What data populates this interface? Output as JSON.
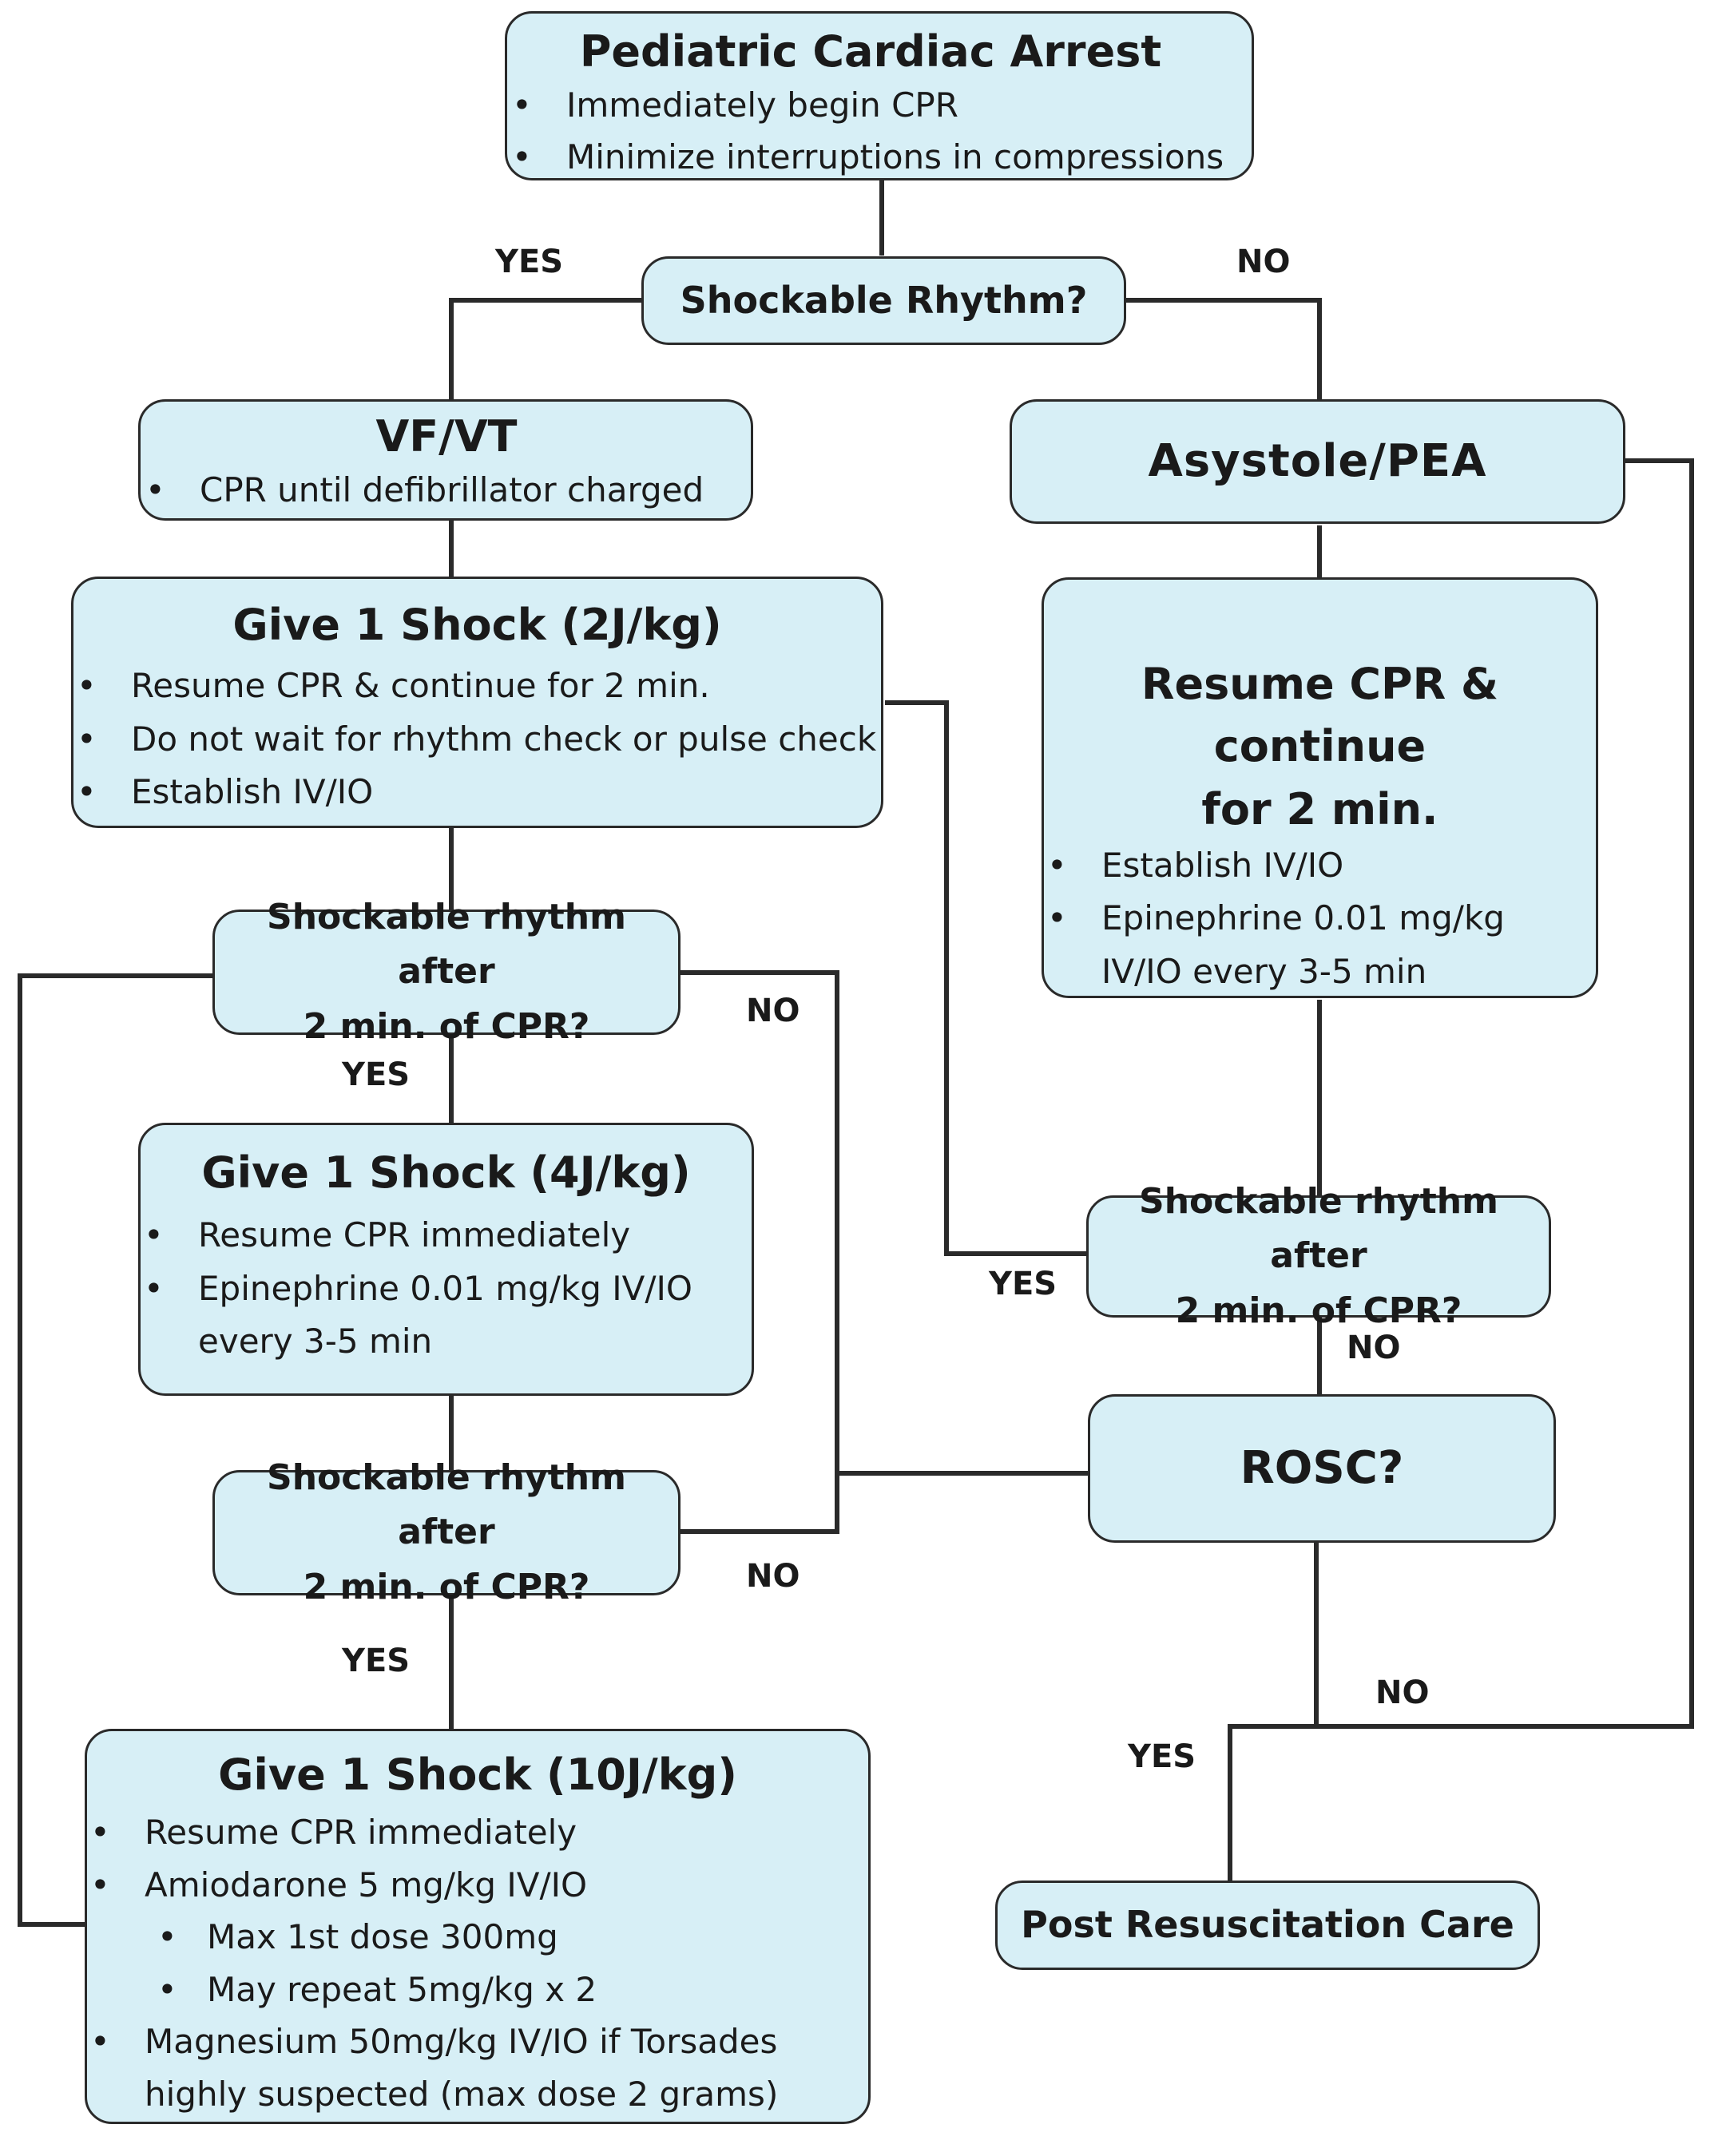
{
  "start": {
    "title": "Pediatric Cardiac Arrest",
    "bullets": [
      "Immediately begin CPR",
      "Minimize interruptions in compressions"
    ]
  },
  "q_shockable": "Shockable Rhythm?",
  "vfvt": {
    "title": "VF/VT",
    "bullets": [
      "CPR until defibrillator charged"
    ]
  },
  "asystole": {
    "title": "Asystole/PEA"
  },
  "shock2": {
    "title": "Give 1 Shock (2J/kg)",
    "bullets": [
      "Resume CPR & continue for 2 min.",
      "Do not wait for rhythm check or pulse check",
      "Establish IV/IO"
    ]
  },
  "resume": {
    "title_line1": "Resume CPR & continue",
    "title_line2": "for 2 min.",
    "bullet1": "Establish IV/IO",
    "bullet2_line1": "Epinephrine 0.01 mg/kg",
    "bullet2_line2": "IV/IO every 3-5 min"
  },
  "q_after_cpr": {
    "line1": "Shockable rhythm after",
    "line2": "2 min. of CPR?"
  },
  "shock4": {
    "title": "Give 1 Shock (4J/kg)",
    "bullet1": "Resume CPR immediately",
    "bullet2_line1": "Epinephrine 0.01 mg/kg IV/IO",
    "bullet2_line2": "every 3-5 min"
  },
  "rosc": "ROSC?",
  "shock10": {
    "title": "Give 1 Shock (10J/kg)",
    "bullet1": "Resume CPR immediately",
    "bullet2": "Amiodarone 5 mg/kg IV/IO",
    "sub1": "Max 1st dose 300mg",
    "sub2": "May repeat 5mg/kg x 2",
    "bullet3_line1": "Magnesium 50mg/kg IV/IO if Torsades",
    "bullet3_line2": "highly suspected (max dose 2 grams)"
  },
  "post": "Post Resuscitation Care",
  "labels": {
    "yes": "YES",
    "no": "NO"
  },
  "colors": {
    "box_fill": "#d7eff6",
    "stroke": "#2a2a2a"
  }
}
